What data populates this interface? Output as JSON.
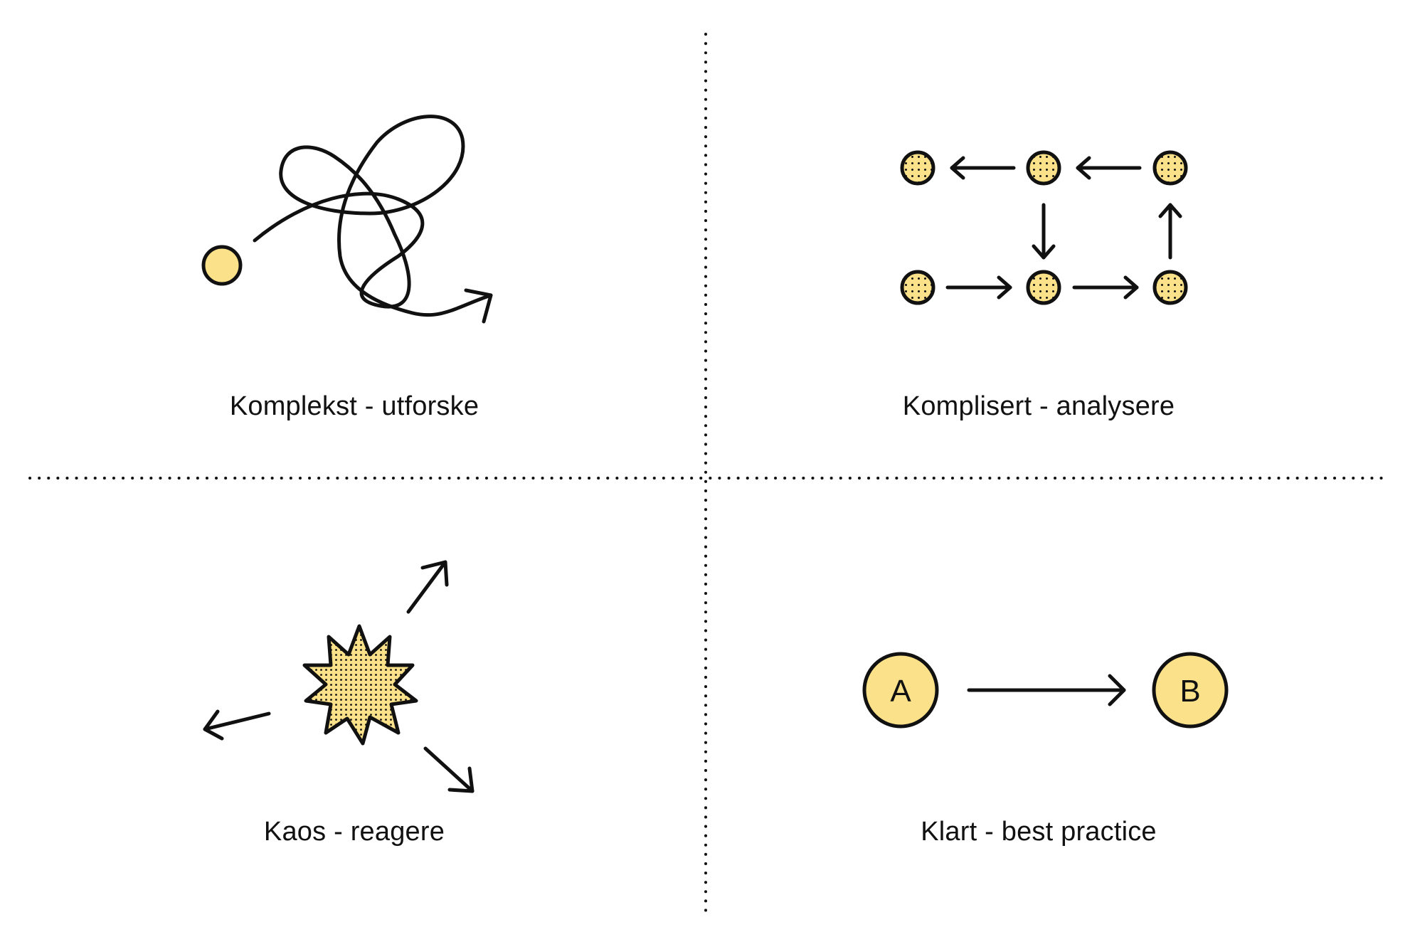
{
  "colors": {
    "fill": "#fbe28a",
    "stroke": "#111111",
    "background": "#ffffff"
  },
  "quadrants": {
    "top_left": {
      "label": "Komplekst - utforske"
    },
    "top_right": {
      "label": "Komplisert - analysere"
    },
    "bottom_left": {
      "label": "Kaos - reagere"
    },
    "bottom_right": {
      "label": "Klart - best practice",
      "node_a": "A",
      "node_b": "B"
    }
  }
}
